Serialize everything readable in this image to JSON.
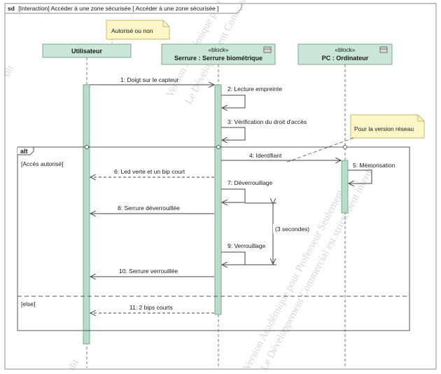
{
  "diagram": {
    "frame_label_kind": "sd",
    "frame_label_text": "[Interaction] Accéder à une zone sécurisée [ Accéder à une zone sécurisée ]"
  },
  "lifelines": {
    "user": {
      "name": "Utilisateur"
    },
    "lock": {
      "stereotype": "«block»",
      "name": "Serrure : Serrure biométrique",
      "icon": "block-icon"
    },
    "pc": {
      "stereotype": "«block»",
      "name": "PC : Ordinateur",
      "icon": "block-icon"
    }
  },
  "notes": {
    "authorized": "Autorisé ou non",
    "network": "Pour la version réseau"
  },
  "messages": {
    "m1": "1: Doigt sur le capteur",
    "m2": "2: Lecture empreinte",
    "m3": "3: Vérification du droit d'accès",
    "m4": "4: Identifiant",
    "m5": "5: Mémorisation",
    "m6": "6: Led verte et un bip court",
    "m7": "7: Déverrouillage",
    "m8": "8: Serrure déverrouillée",
    "m9": "9: Verrouillage",
    "m10": "10: Serrure verrouillée",
    "m11": "11: 2 bips courts"
  },
  "fragment": {
    "operator": "alt",
    "guard1": "[Accès autorisé]",
    "guard2": "[else]"
  },
  "duration_constraint": "(3 secondes)",
  "watermark": {
    "line1": "Version Académique pour Professeur Seulement",
    "line2": "Le Développement Commercial est strictement interdit",
    "left_a": "dit",
    "left_b": "dit"
  }
}
